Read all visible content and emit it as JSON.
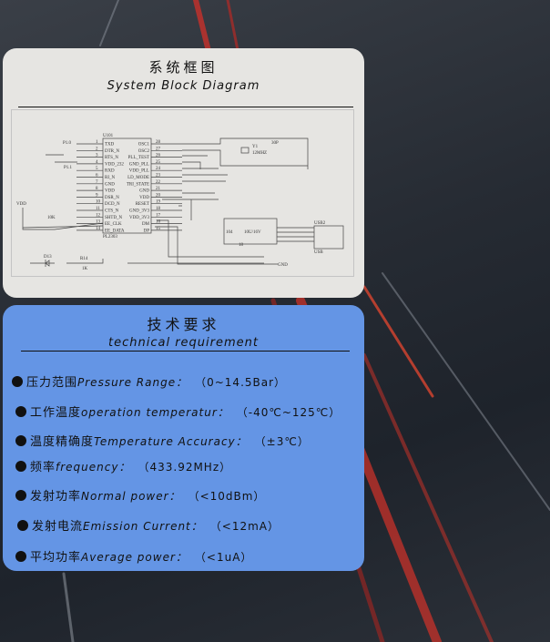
{
  "block_diagram": {
    "title_cn": "系统框图",
    "title_en": "System Block Diagram",
    "schematic": {
      "chip_ref": "U101",
      "chip_name": "PL2303",
      "left_pins": [
        {
          "num": "1",
          "name": "TXD"
        },
        {
          "num": "2",
          "name": "DTR_N"
        },
        {
          "num": "3",
          "name": "RTS_N"
        },
        {
          "num": "4",
          "name": "VDD_232"
        },
        {
          "num": "5",
          "name": "RXD"
        },
        {
          "num": "6",
          "name": "RI_N"
        },
        {
          "num": "7",
          "name": "GND"
        },
        {
          "num": "8",
          "name": "VDD"
        },
        {
          "num": "9",
          "name": "DSR_N"
        },
        {
          "num": "10",
          "name": "DCD_N"
        },
        {
          "num": "11",
          "name": "CTS_N"
        },
        {
          "num": "12",
          "name": "SHTD_N"
        },
        {
          "num": "13",
          "name": "EE_CLK"
        },
        {
          "num": "14",
          "name": "EE_DATA"
        }
      ],
      "right_pins": [
        {
          "num": "28",
          "name": "OSC1"
        },
        {
          "num": "27",
          "name": "OSC2"
        },
        {
          "num": "26",
          "name": "PLL_TEST"
        },
        {
          "num": "25",
          "name": "GND_PLL"
        },
        {
          "num": "24",
          "name": "VDD_PLL"
        },
        {
          "num": "23",
          "name": "LD_MODE"
        },
        {
          "num": "22",
          "name": "TRI_STATE"
        },
        {
          "num": "21",
          "name": "GND"
        },
        {
          "num": "20",
          "name": "VDD"
        },
        {
          "num": "19",
          "name": "RESET"
        },
        {
          "num": "18",
          "name": "GND_3V3"
        },
        {
          "num": "17",
          "name": "VDD_3V3"
        },
        {
          "num": "16",
          "name": "DM"
        },
        {
          "num": "15",
          "name": "DP"
        }
      ],
      "labels": {
        "p10": "P1.0",
        "p11": "P1.1",
        "vdd": "VDD",
        "gnd": "GND",
        "crystal": "Y1",
        "crystal_val": "12MHZ",
        "cap": "30P",
        "usb_ref": "USB2",
        "usb": "USB",
        "cap_big": "10U/16V",
        "cap_104": "104",
        "r_10k": "10K",
        "r_1k": "1K",
        "r_18": "18",
        "d": "D13",
        "r": "R14"
      }
    }
  },
  "tech": {
    "title_cn": "技术要求",
    "title_en": "technical requirement",
    "items": [
      {
        "cn": "压力范围",
        "en": "Pressure Range：",
        "value": "（0~14.5Bar）"
      },
      {
        "cn": "工作温度",
        "en": "operation temperatur：",
        "value": "（-40℃~125℃）"
      },
      {
        "cn": "温度精确度",
        "en": "Temperature Accuracy：",
        "value": "（±3℃）"
      },
      {
        "cn": "频率",
        "en": "frequency：",
        "value": "（433.92MHz）"
      },
      {
        "cn": "发射功率",
        "en": "Normal power：",
        "value": "（<10dBm）"
      },
      {
        "cn": "发射电流",
        "en": "Emission Current：",
        "value": "（<12mA）"
      },
      {
        "cn": "平均功率",
        "en": "Average power：",
        "value": "（<1uA）"
      }
    ]
  },
  "colors": {
    "card_bg": "#e6e5e2",
    "tech_bg": "#6495e5",
    "streak": "#c8312a"
  }
}
